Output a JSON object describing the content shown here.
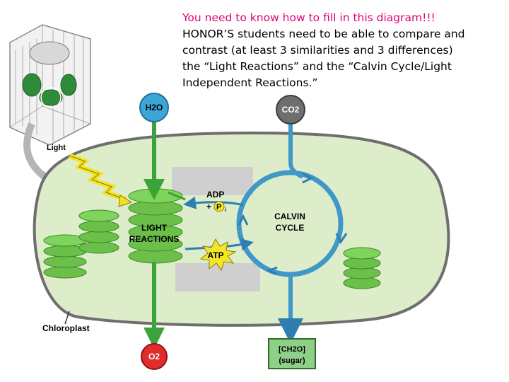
{
  "instructions": {
    "title": "You need to know how to fill in this diagram!!!",
    "lines": [
      "HONOR’S students need to be able to compare and",
      "contrast (at least 3 similarities and 3 differences)",
      "the “Light Reactions” and the “Calvin Cycle/Light",
      "Independent Reactions.”"
    ]
  },
  "diagram": {
    "inputs": {
      "water": "H2O",
      "carbon_dioxide": "CO2",
      "light": "Light"
    },
    "light_reactions": [
      "LIGHT",
      "REACTIONS"
    ],
    "calvin_cycle": [
      "CALVIN",
      "CYCLE"
    ],
    "adp": "ADP",
    "pi": "P",
    "pi_sub": "i",
    "plus": "+",
    "atp": "ATP",
    "chloroplast": "Chloroplast",
    "outputs": {
      "oxygen": "O2",
      "sugar": [
        "[CH2O]",
        "(sugar)"
      ]
    }
  },
  "colors": {
    "title": "#e0007a",
    "stroma": "#ddecc9",
    "thylakoid": "#6cc04a",
    "calvin": "#3f98c8",
    "water_circle": "#3ea6d7",
    "co2_circle": "#6d6e70",
    "o2_circle": "#e02c2c",
    "sugar_box": "#8fd089",
    "atp_star": "#f5e52a"
  }
}
